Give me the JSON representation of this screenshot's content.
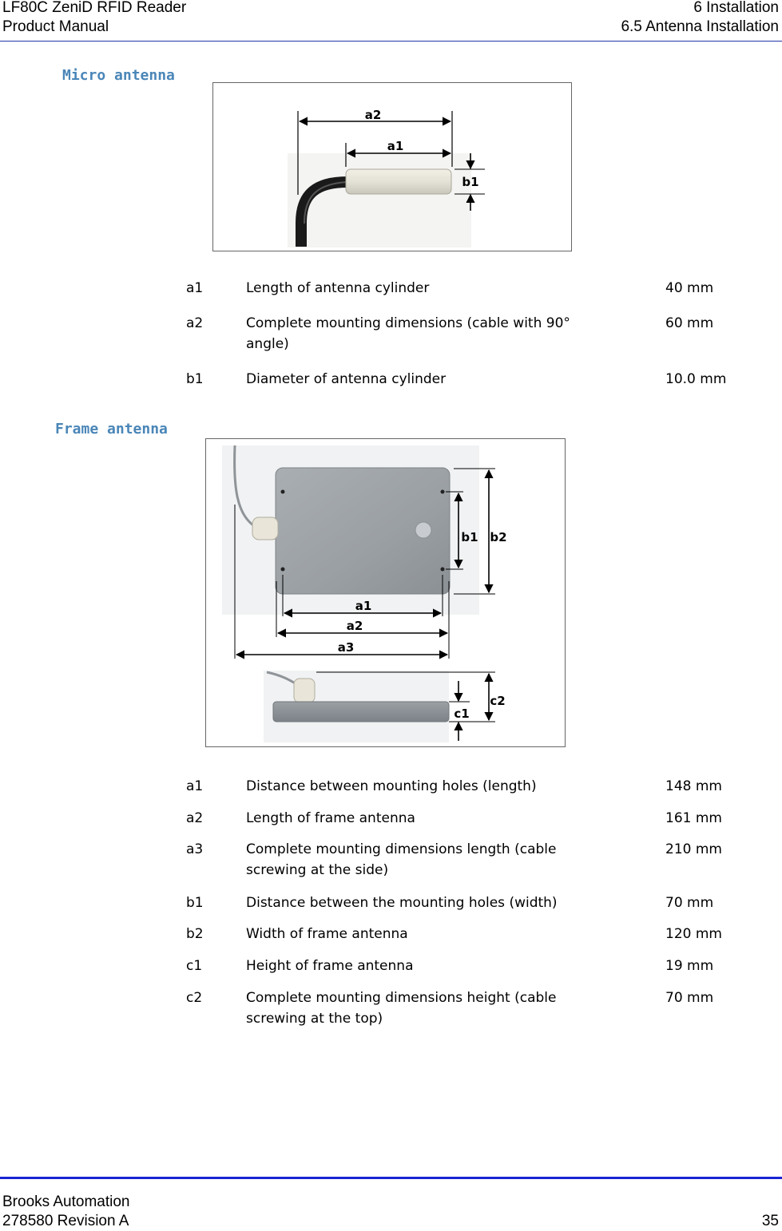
{
  "header": {
    "doc_title": "LF80C ZeniD RFID Reader",
    "doc_subtitle": "Product Manual",
    "chapter": "6 Installation",
    "section": "6.5 Antenna Installation"
  },
  "micro": {
    "title": "Micro antenna",
    "labels": {
      "a1": "a1",
      "a2": "a2",
      "b1": "b1"
    },
    "rows": [
      {
        "code": "a1",
        "desc": "Length of antenna cylinder",
        "value": "40 mm"
      },
      {
        "code": "a2",
        "desc": "Complete mounting dimensions (cable with 90° angle)",
        "value": "60 mm"
      },
      {
        "code": "b1",
        "desc": "Diameter of antenna cylinder",
        "value": "10.0 mm"
      }
    ]
  },
  "frame": {
    "title": "Frame antenna",
    "labels": {
      "a1": "a1",
      "a2": "a2",
      "a3": "a3",
      "b1": "b1",
      "b2": "b2",
      "c1": "c1",
      "c2": "c2"
    },
    "rows": [
      {
        "code": "a1",
        "desc": "Distance between mounting holes (length)",
        "value": "148 mm"
      },
      {
        "code": "a2",
        "desc": "Length of frame antenna",
        "value": "161 mm"
      },
      {
        "code": "a3",
        "desc": "Complete mounting dimensions length (cable screwing at the side)",
        "value": "210 mm"
      },
      {
        "code": "b1",
        "desc": "Distance between the mounting holes (width)",
        "value": "70 mm"
      },
      {
        "code": "b2",
        "desc": "Width of frame antenna",
        "value": "120 mm"
      },
      {
        "code": "c1",
        "desc": "Height of frame antenna",
        "value": "19 mm"
      },
      {
        "code": "c2",
        "desc": "Complete mounting dimensions height (cable screwing at the top)",
        "value": "70 mm"
      }
    ]
  },
  "footer": {
    "company": "Brooks Automation",
    "revision": "278580 Revision A",
    "page": "35"
  }
}
